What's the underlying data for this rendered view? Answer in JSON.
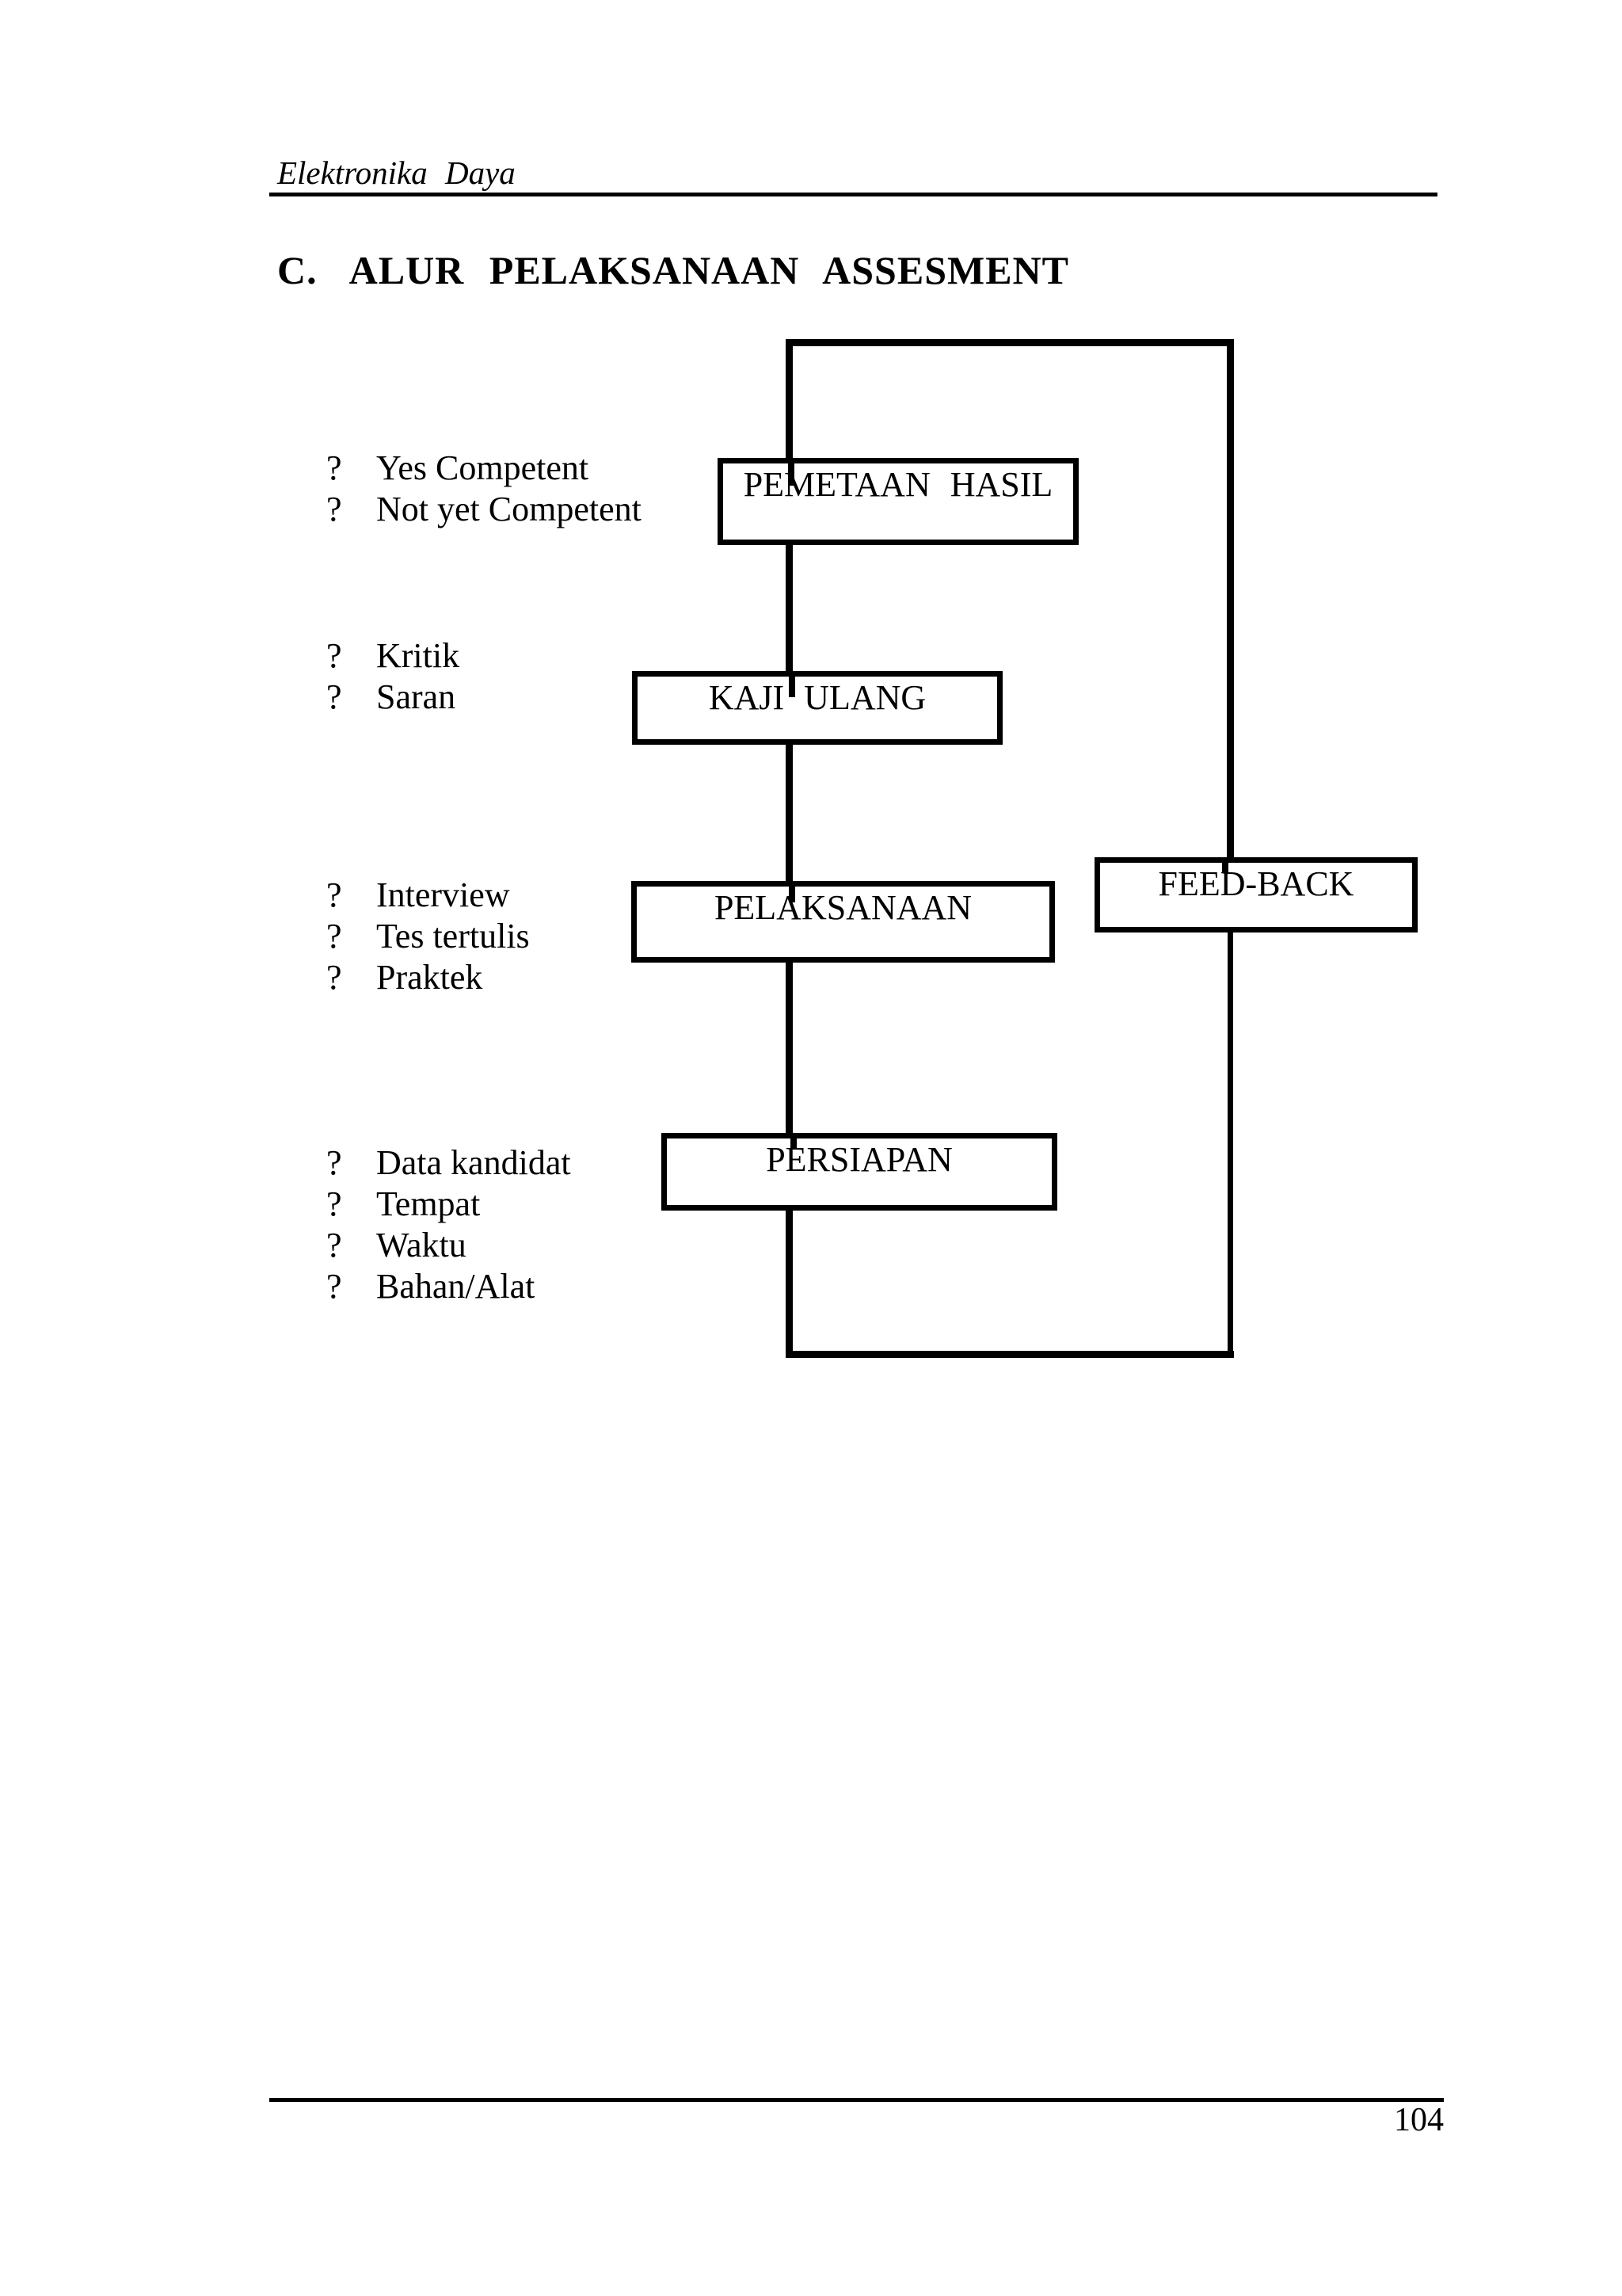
{
  "page": {
    "header": "Elektronika Daya",
    "title_prefix": "C.",
    "title_text": "ALUR PELAKSANAAN ASSESMENT",
    "page_number": "104"
  },
  "diagram": {
    "bullet_char": "?",
    "boxes": [
      {
        "label": "PEMETAAN HASIL"
      },
      {
        "label": "KAJI ULANG"
      },
      {
        "label": "PELAKSANAAN"
      },
      {
        "label": "FEED-BACK"
      },
      {
        "label": "PERSIAPAN"
      }
    ],
    "lists": [
      {
        "items": [
          "Yes Competent",
          "Not yet Competent"
        ]
      },
      {
        "items": [
          "Kritik",
          "Saran"
        ]
      },
      {
        "items": [
          "Interview",
          "Tes tertulis",
          "Praktek"
        ]
      },
      {
        "items": [
          "Data kandidat",
          "Tempat",
          "Waktu",
          "Bahan/Alat"
        ]
      }
    ],
    "colors": {
      "ink": "#000000",
      "paper": "#ffffff"
    }
  }
}
